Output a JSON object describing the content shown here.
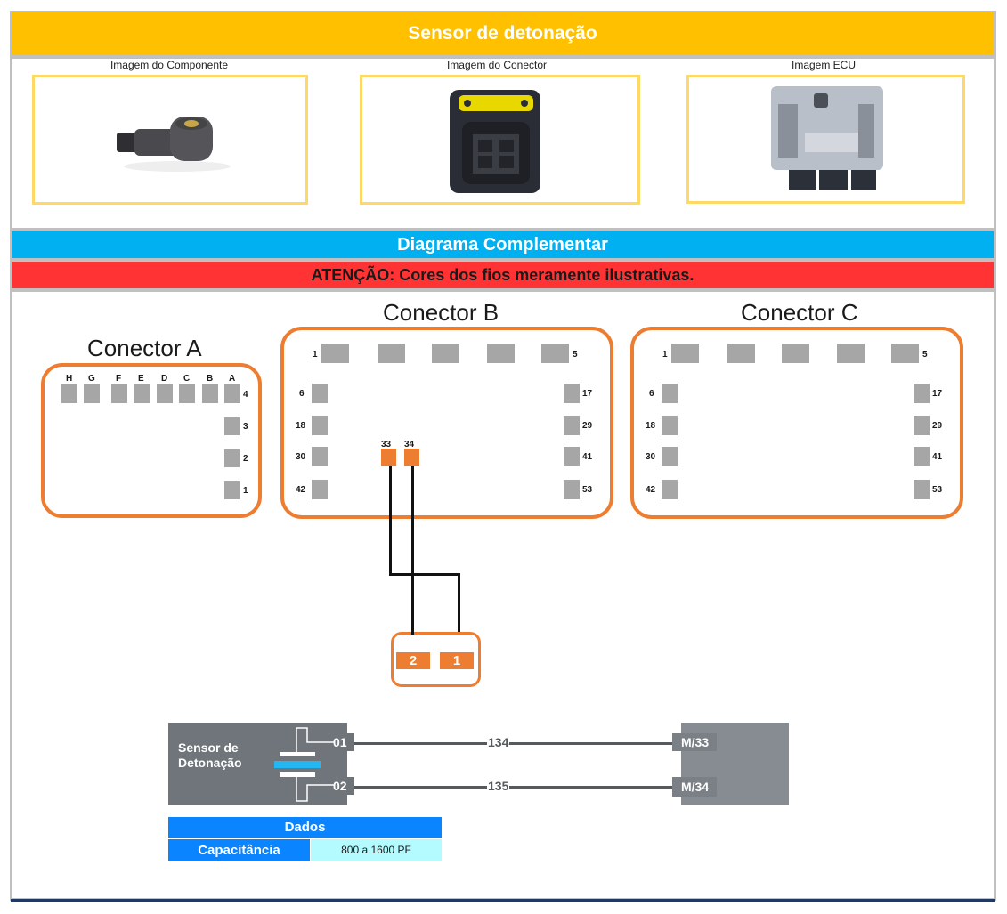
{
  "header": {
    "title": "Sensor de detonação",
    "colors": {
      "title_bg": "#ffc000",
      "diagram_bg": "#00b0f0",
      "warning_bg": "#ff3333"
    }
  },
  "images": [
    {
      "caption": "Imagem do Componente",
      "icon": "knock-sensor-photo"
    },
    {
      "caption": "Imagem do Conector",
      "icon": "connector-photo"
    },
    {
      "caption": "Imagem ECU",
      "icon": "ecu-photo"
    }
  ],
  "diagram": {
    "title": "Diagrama Complementar",
    "warning": "ATENÇÃO: Cores dos fios meramente ilustrativas."
  },
  "connectors": {
    "a": {
      "title": "Conector A",
      "top_letters": [
        "H",
        "G",
        "F",
        "E",
        "D",
        "C",
        "B",
        "A"
      ],
      "right_numbers": [
        "4",
        "3",
        "2",
        "1"
      ]
    },
    "b": {
      "title": "Conector B",
      "top_left": "1",
      "top_right": "5",
      "left_numbers": [
        "6",
        "18",
        "30",
        "42"
      ],
      "right_numbers": [
        "17",
        "29",
        "41",
        "53"
      ],
      "active_pins": [
        "33",
        "34"
      ]
    },
    "c": {
      "title": "Conector C",
      "top_left": "1",
      "top_right": "5",
      "left_numbers": [
        "6",
        "18",
        "30",
        "42"
      ],
      "right_numbers": [
        "17",
        "29",
        "41",
        "53"
      ]
    }
  },
  "sensor_connector": {
    "pins": [
      "2",
      "1"
    ]
  },
  "schematic": {
    "sensor_label_line1": "Sensor de",
    "sensor_label_line2": "Detonação",
    "sensor_pins": [
      "01",
      "02"
    ],
    "wires": [
      "134",
      "135"
    ],
    "ecu_pins": [
      "M/33",
      "M/34"
    ]
  },
  "data_table": {
    "title": "Dados",
    "rows": [
      {
        "key": "Capacitância",
        "value": "800 a 1600 PF"
      }
    ]
  }
}
